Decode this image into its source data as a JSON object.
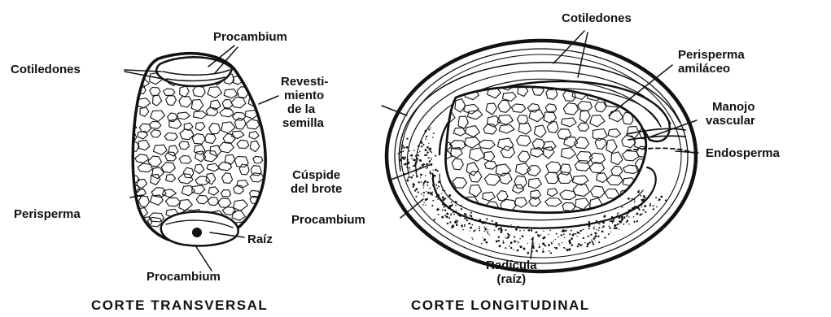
{
  "left": {
    "procambium_top": "Procambium",
    "cotiledones": "Cotiledones",
    "revestimiento": [
      "Revesti-",
      "miento",
      "de la",
      "semilla"
    ],
    "perisperma": "Perisperma",
    "raiz": "Raíz",
    "procambium_bottom": "Procambium",
    "caption": "CORTE TRANSVERSAL"
  },
  "right": {
    "cotiledones": "Cotiledones",
    "perisperma_amilaceo": [
      "Perisperma",
      "amiláceo"
    ],
    "manojo_vascular": [
      "Manojo",
      "vascular"
    ],
    "endosperma": "Endosperma",
    "cuspide": [
      "Cúspide",
      "del brote"
    ],
    "procambium": "Procambium",
    "radicula": [
      "Radícula",
      "(raíz)"
    ],
    "caption": "CORTE LONGITUDINAL"
  },
  "colors": {
    "ink": "#111111",
    "paper": "#ffffff"
  }
}
